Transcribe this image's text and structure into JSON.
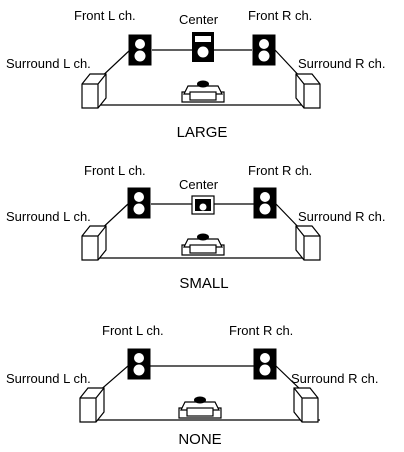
{
  "diagrams": [
    {
      "mode": "LARGE",
      "labels": {
        "front_l": "Front L ch.",
        "center": "Center",
        "front_r": "Front R ch.",
        "surround_l": "Surround L ch.",
        "surround_r": "Surround R ch."
      },
      "center_size": "large"
    },
    {
      "mode": "SMALL",
      "labels": {
        "front_l": "Front L ch.",
        "center": "Center",
        "front_r": "Front R ch.",
        "surround_l": "Surround L ch.",
        "surround_r": "Surround R ch."
      },
      "center_size": "small"
    },
    {
      "mode": "NONE",
      "labels": {
        "front_l": "Front L ch.",
        "front_r": "Front R ch.",
        "surround_l": "Surround L ch.",
        "surround_r": "Surround R ch."
      },
      "center_size": "none"
    }
  ]
}
